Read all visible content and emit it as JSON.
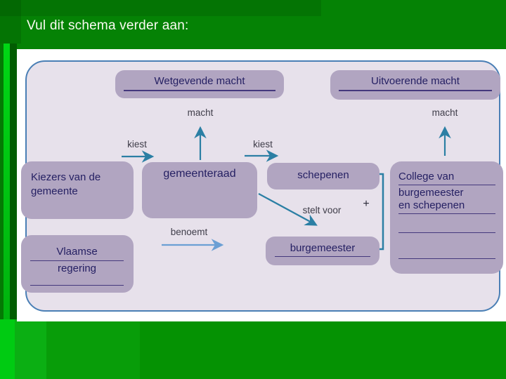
{
  "slide": {
    "title": "Vul dit schema verder aan:"
  },
  "diagram": {
    "boxes": {
      "wetgevende": {
        "label": "Wetgevende macht"
      },
      "uitvoerende": {
        "label": "Uitvoerende macht"
      },
      "kiezers": {
        "label": "Kiezers van de gemeente"
      },
      "gemeenteraad": {
        "label": "gemeenteraad"
      },
      "schepenen": {
        "label": "schepenen"
      },
      "college": {
        "line1": "College van",
        "line2": "burgemeester",
        "line3": "en schepenen"
      },
      "vlaamse": {
        "line1": "Vlaamse",
        "line2": "regering"
      },
      "burgemeester": {
        "label": "burgemeester"
      }
    },
    "labels": {
      "macht_left": "macht",
      "macht_right": "macht",
      "kiest_left": "kiest",
      "kiest_right": "kiest",
      "stelt_voor": "stelt voor",
      "benoemt": "benoemt",
      "plus": "+"
    },
    "colors": {
      "background_green": "#058205",
      "stripe_bright_green": "#00cb12",
      "box_fill": "#b1a5c1",
      "panel_fill": "#e7e1eb",
      "panel_border": "#4a7fb5",
      "arrow_teal": "#2b7fa4",
      "arrow_light_blue": "#6b9fd4",
      "text_navy": "#252063"
    }
  }
}
